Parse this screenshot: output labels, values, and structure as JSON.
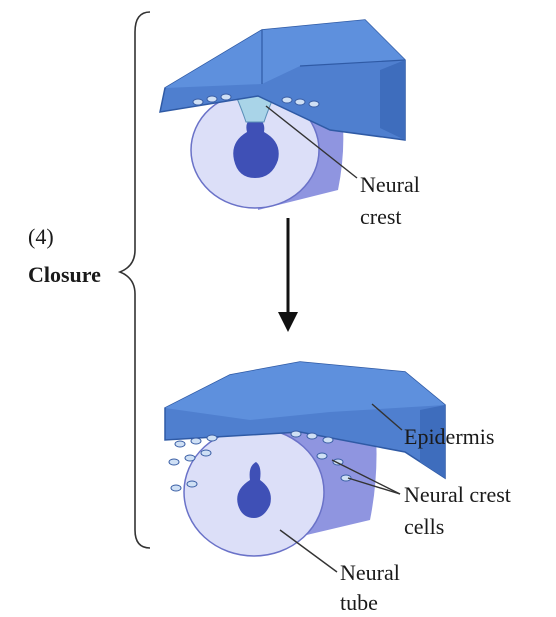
{
  "stage": {
    "number": "(4)",
    "name": "Closure"
  },
  "labels": {
    "neural_crest_top": [
      "Neural",
      "crest"
    ],
    "epidermis": "Epidermis",
    "neural_crest_cells": [
      "Neural crest",
      "cells"
    ],
    "neural_tube": [
      "Neural",
      "tube"
    ]
  },
  "colors": {
    "epidermis": "#4f7fcf",
    "tube_face": "#dcdff8",
    "tube_side": "#8f95e0",
    "lumen": "#3f50b6",
    "crest": "#a9d4e8",
    "ink": "#1a1a1a"
  }
}
